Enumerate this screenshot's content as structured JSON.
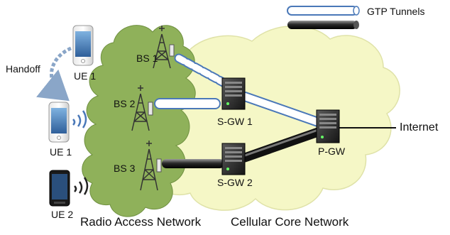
{
  "legend": {
    "gtp_tunnels_label": "GTP Tunnels"
  },
  "handoff_label": "Handoff",
  "ue": [
    {
      "label": "UE 1"
    },
    {
      "label": "UE 1"
    },
    {
      "label": "UE 2"
    }
  ],
  "base_stations": [
    {
      "label": "BS 1"
    },
    {
      "label": "BS 2"
    },
    {
      "label": "BS 3"
    }
  ],
  "gateways": {
    "sgw1": "S-GW 1",
    "sgw2": "S-GW 2",
    "pgw": "P-GW"
  },
  "internet_label": "Internet",
  "regions": {
    "ran": "Radio Access Network",
    "core": "Cellular Core Network"
  },
  "colors": {
    "ran_cloud": "#8fb15a",
    "core_cloud": "#f5f7c6",
    "tunnel_blue": "#4a78b8",
    "tunnel_black": "#1e1e1e"
  },
  "icons": {
    "phone": "smartphone-icon",
    "tower": "cell-tower-icon",
    "router": "server-router-icon",
    "wireless": "wireless-signal-icon"
  }
}
